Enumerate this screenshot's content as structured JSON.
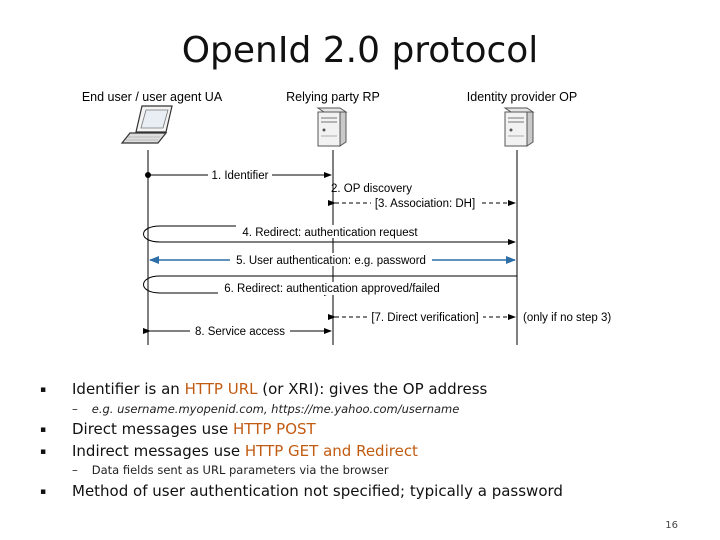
{
  "title": "OpenId 2.0 protocol",
  "diagram": {
    "actors": {
      "user": "End user / user agent UA",
      "rp": "Relying party RP",
      "op": "Identity provider OP"
    },
    "messages": {
      "m1": "1. Identifier",
      "m2": "2. OP discovery",
      "m3": "[3. Association: DH]",
      "m4": "4. Redirect: authentication request",
      "m5": "5. User authentication: e.g. password",
      "m6": "6. Redirect: authentication approved/failed",
      "m7": "[7. Direct verification]",
      "m7note": "(only if no step 3)",
      "m8": "8. Service access"
    }
  },
  "bullets": {
    "b1_pre": "Identifier is an ",
    "b1_hl": "HTTP URL",
    "b1_post": " (or XRI): gives the OP address",
    "b1_sub": "e.g. username.myopenid.com, https://me.yahoo.com/username",
    "b2_pre": "Direct messages use ",
    "b2_hl": "HTTP POST",
    "b3_pre": "Indirect messages use ",
    "b3_hl": "HTTP GET and Redirect",
    "b3_sub": "Data fields sent as URL parameters via the browser",
    "b4": "Method of user authentication not specified; typically a password"
  },
  "page_number": "16",
  "colors": {
    "highlight": "#c25b12",
    "user_auth_arrow": "#2e6ea6"
  }
}
